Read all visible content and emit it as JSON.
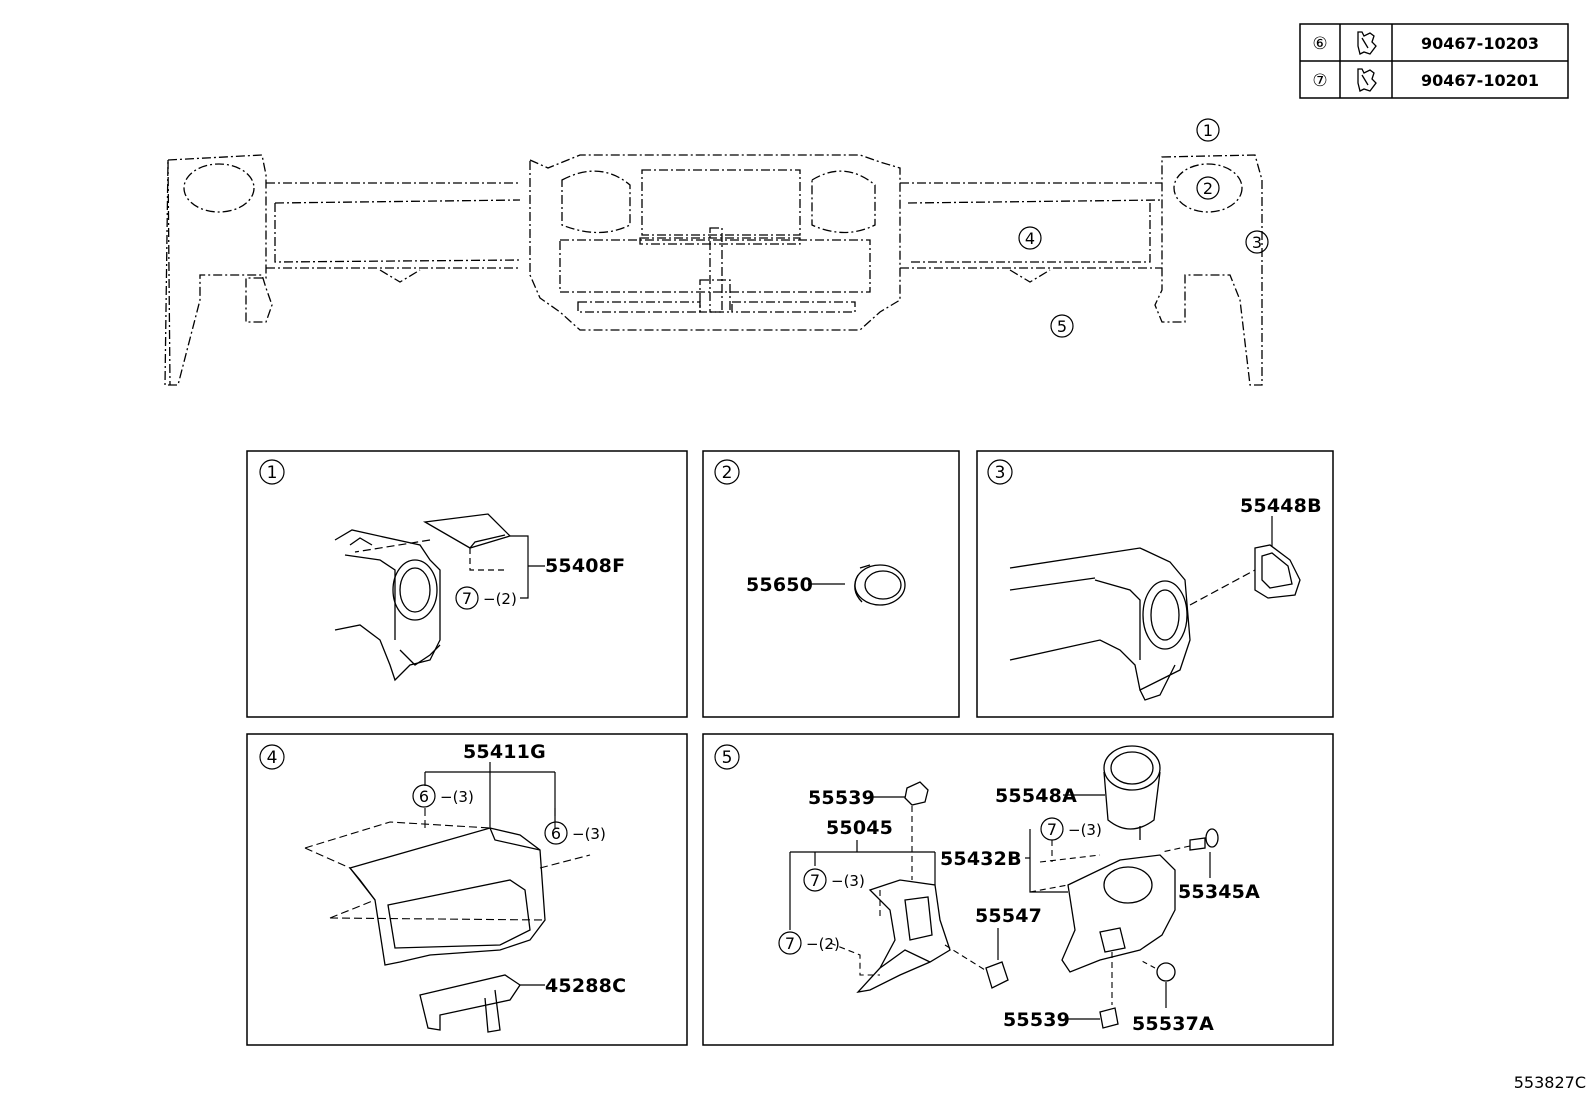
{
  "legend": [
    {
      "id": "legend-row-6",
      "num": "⑥",
      "part": "90467-10203"
    },
    {
      "id": "legend-row-7",
      "num": "⑦",
      "part": "90467-10201"
    }
  ],
  "overview": {
    "c1": "①",
    "c2": "②",
    "c3": "③",
    "c4": "④",
    "c5": "⑤"
  },
  "panels": {
    "p1": {
      "num": "①",
      "part": "55408F",
      "clip": "⑦",
      "clip_qty": "−(2)"
    },
    "p2": {
      "num": "②",
      "part": "55650"
    },
    "p3": {
      "num": "③",
      "part": "55448B"
    },
    "p4": {
      "num": "④",
      "part_top": "55411G",
      "clip_a": "⑥",
      "clip_a_qty": "−(3)",
      "clip_b": "⑥",
      "clip_b_qty": "−(3)",
      "part_bottom": "45288C"
    },
    "p5": {
      "num": "⑤",
      "p55539a": "55539",
      "p55045": "55045",
      "clip_a": "⑦",
      "clip_a_qty": "−(3)",
      "clip_b": "⑦",
      "clip_b_qty": "−(2)",
      "p55547": "55547",
      "p55548A": "55548A",
      "clip_c": "⑦",
      "clip_c_qty": "−(3)",
      "p55432B": "55432B",
      "p55345A": "55345A",
      "p55539b": "55539",
      "p55537A": "55537A"
    }
  },
  "footer_ref": "553827C"
}
